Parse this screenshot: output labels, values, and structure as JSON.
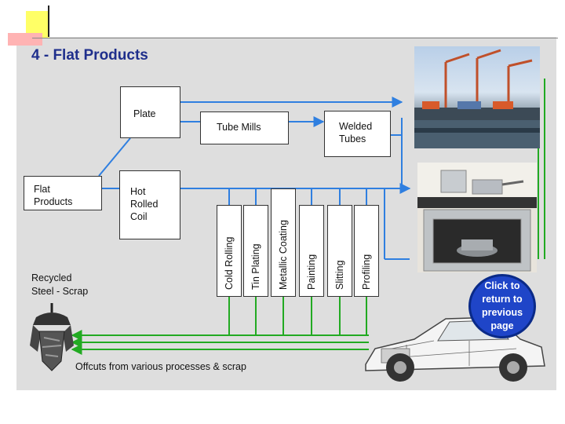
{
  "title": "4 - Flat Products",
  "boxes": {
    "plate": "Plate",
    "tube_mills": "Tube Mills",
    "welded_tubes": "Welded\nTubes",
    "flat_products": "Flat\nProducts",
    "hot_rolled_coil": "Hot\nRolled\nCoil"
  },
  "processes": [
    "Cold Rolling",
    "Tin Plating",
    "Metallic Coating",
    "Painting",
    "Slitting",
    "Profiling"
  ],
  "recycled_label": "Recycled\nSteel - Scrap",
  "offcuts_label": "Offcuts from various processes & scrap",
  "return_button": "Click to\nreturn to\nprevious\npage",
  "colors": {
    "flow_line": "#2f7fe0",
    "scrap_line": "#22aa22",
    "title": "#1f2f8c",
    "button": "#1f45c8"
  },
  "icons": [
    "ship-photo",
    "kitchen-photo",
    "car-photo",
    "scrap-grab-icon"
  ]
}
